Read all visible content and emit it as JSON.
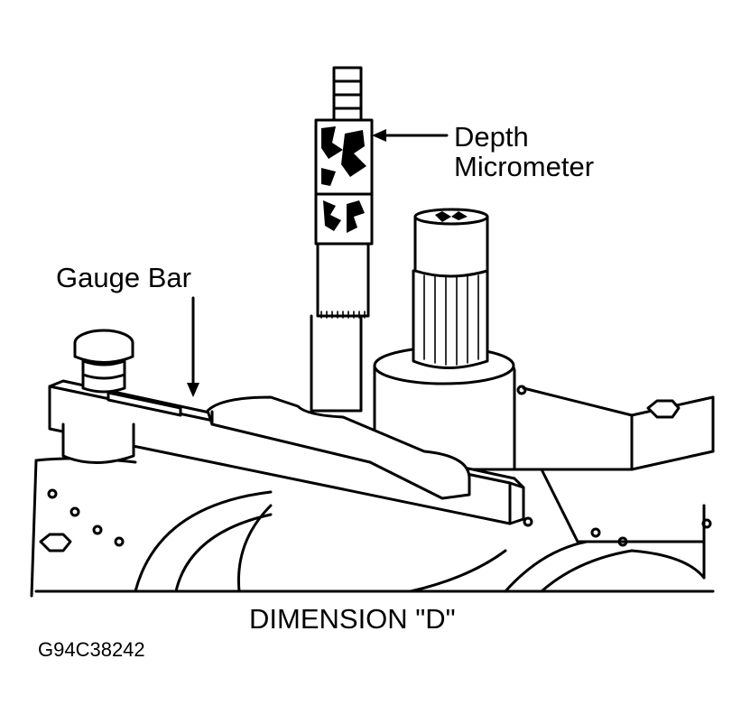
{
  "labels": {
    "depth_micrometer_line1": "Depth",
    "depth_micrometer_line2": "Micrometer",
    "gauge_bar": "Gauge Bar",
    "caption": "DIMENSION \"D\"",
    "figure_id": "G94C38242"
  },
  "colors": {
    "ink": "#000000",
    "paper": "#ffffff"
  }
}
